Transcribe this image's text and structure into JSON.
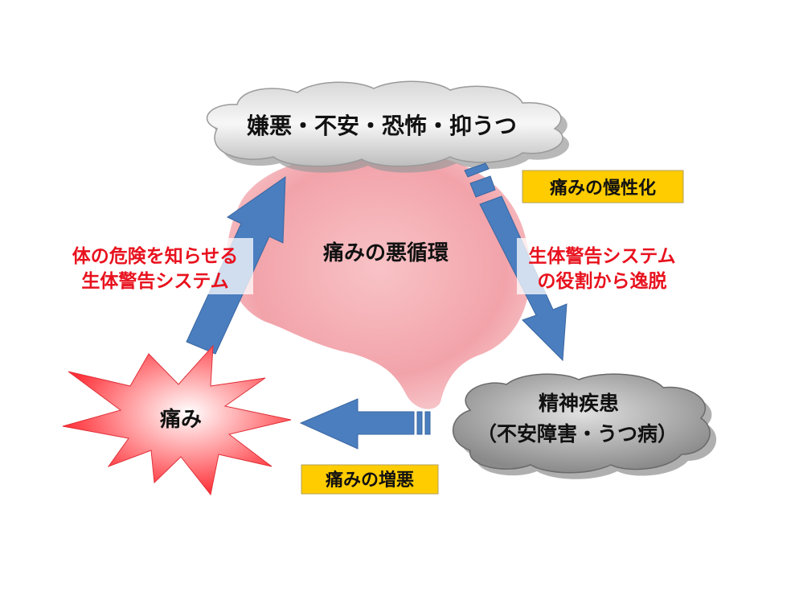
{
  "diagram": {
    "top_cloud": "嫌悪・不安・恐怖・抑うつ",
    "label_chronic": "痛みの慢性化",
    "left_text": [
      "体の危険を知らせる",
      "生体警告システム"
    ],
    "center_text": "痛みの悪循環",
    "right_text": [
      "生体警告システム",
      "の役割から逸脱"
    ],
    "pain": "痛み",
    "bottom_cloud": [
      "精神疾患",
      "（不安障害・うつ病）"
    ],
    "label_worsen": "痛みの増悪"
  },
  "colors": {
    "arrow": "#4a7ebf",
    "label_bg": "#ffcc00",
    "red_text": "#e8121e",
    "brain": "#f4a7ad",
    "starburst": "#ff4a50"
  }
}
